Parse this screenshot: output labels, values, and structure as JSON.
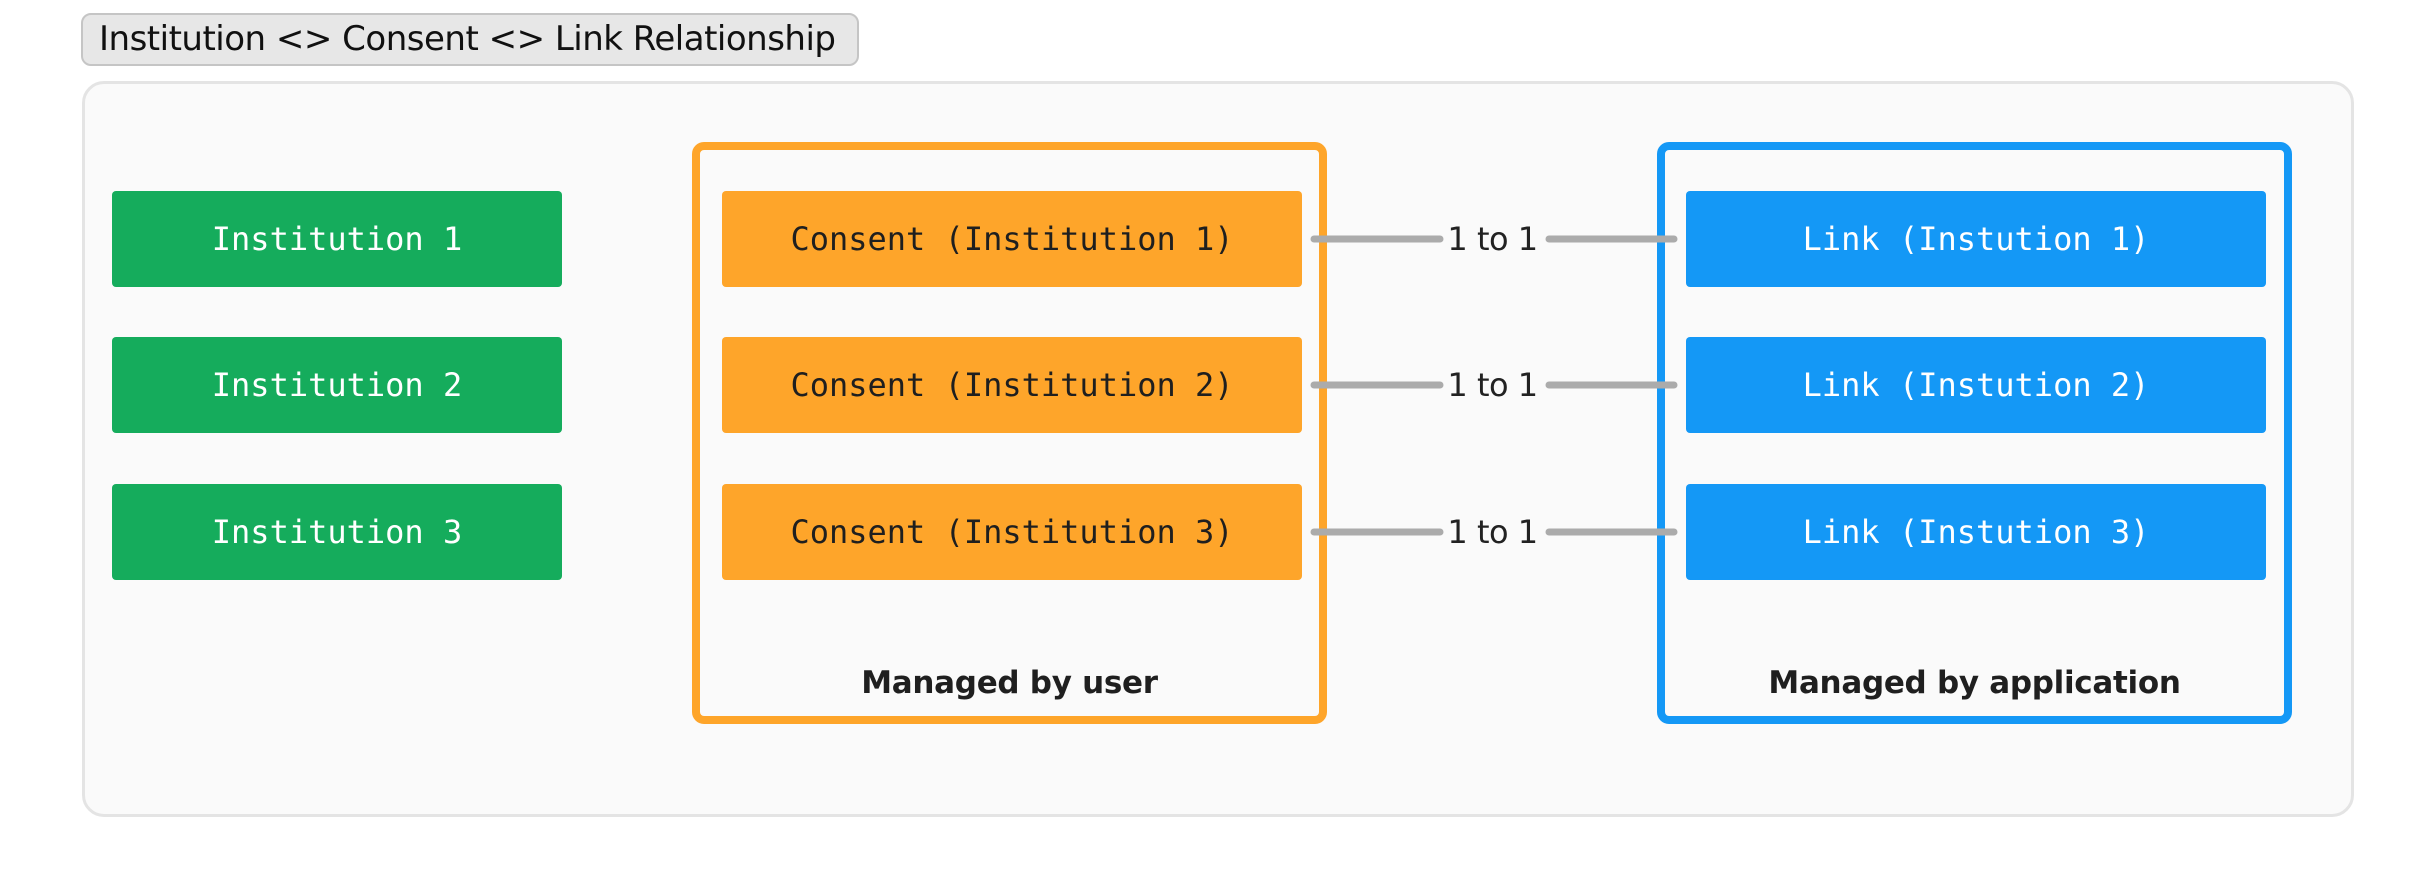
{
  "title": "Institution <> Consent <> Link Relationship",
  "institutions": [
    "Institution 1",
    "Institution 2",
    "Institution 3"
  ],
  "user_group": {
    "caption": "Managed by user",
    "items": [
      "Consent (Institution 1)",
      "Consent (Institution 2)",
      "Consent (Institution 3)"
    ]
  },
  "app_group": {
    "caption": "Managed by application",
    "items": [
      "Link (Instution 1)",
      "Link (Instution 2)",
      "Link (Instution 3)"
    ]
  },
  "edges": [
    {
      "from": "Consent (Institution 1)",
      "to": "Link (Instution 1)",
      "label": "1 to 1"
    },
    {
      "from": "Consent (Institution 2)",
      "to": "Link (Instution 2)",
      "label": "1 to 1"
    },
    {
      "from": "Consent (Institution 3)",
      "to": "Link (Instution 3)",
      "label": "1 to 1"
    }
  ],
  "colors": {
    "institution": "#15ac5c",
    "consent": "#fea52a",
    "link": "#1498f6",
    "edge": "#ababab",
    "canvas_bg": "#fafafa",
    "canvas_border": "#e4e4e4"
  }
}
